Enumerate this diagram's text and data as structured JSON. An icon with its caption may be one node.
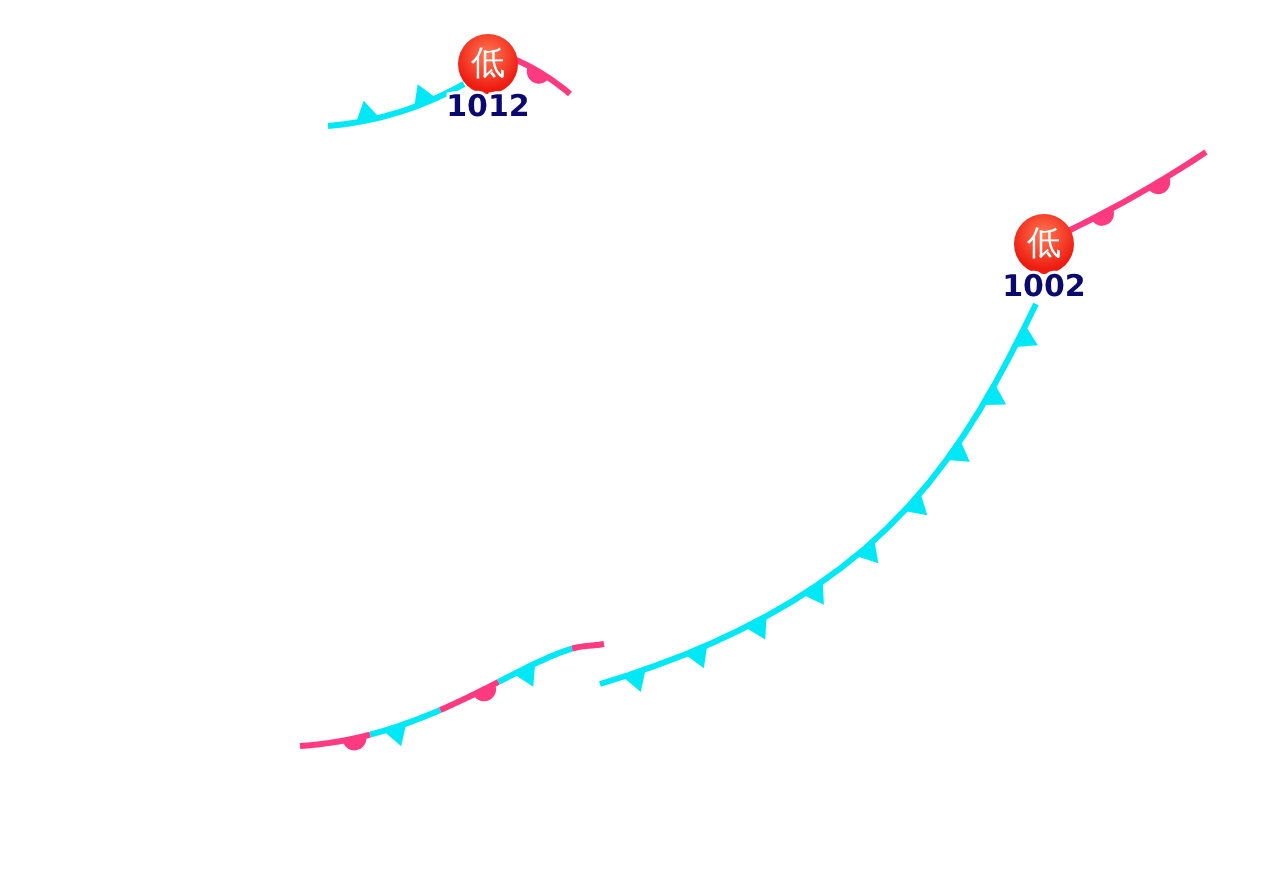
{
  "diagram": {
    "nodes": [
      {
        "text": [
          "低"
        ],
        "beside": [
          "1012"
        ]
      },
      {
        "text": [
          "低"
        ],
        "beside": [
          "1002"
        ]
      }
    ]
  }
}
